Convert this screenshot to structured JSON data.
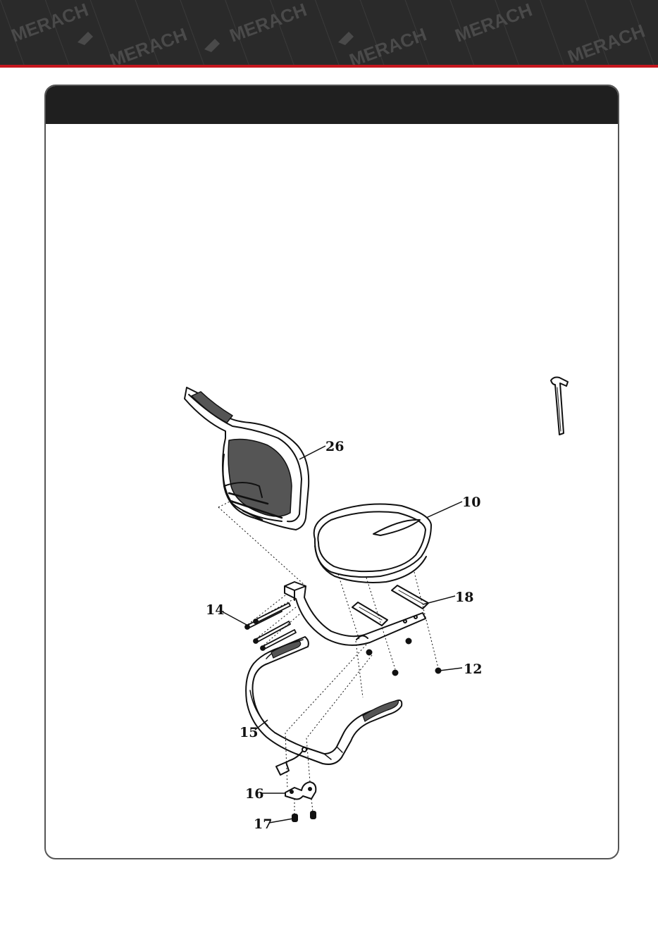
{
  "brand": {
    "watermark_text": "MERACH"
  },
  "section": {
    "header_text": ""
  },
  "callouts": {
    "part_26": "26",
    "part_10": "10",
    "part_18": "18",
    "part_14": "14",
    "part_12": "12",
    "part_15": "15",
    "part_16": "16",
    "part_17": "17"
  },
  "icons": {
    "tool": "allen-key-icon"
  },
  "colors": {
    "banner_bg": "#2a2a2a",
    "accent_red": "#c5171e",
    "panel_border": "#555555",
    "header_bg": "#1f1f1f"
  }
}
